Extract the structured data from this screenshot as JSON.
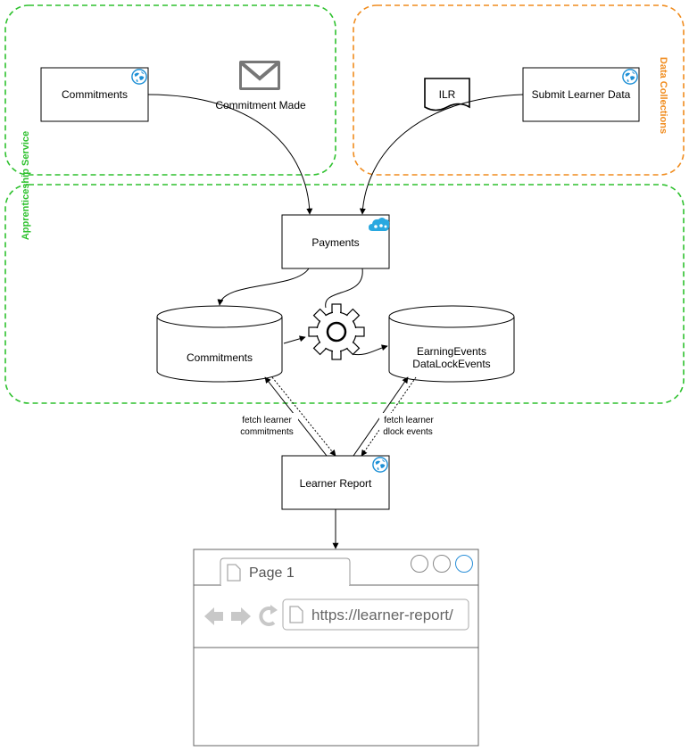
{
  "groups": {
    "apprenticeship_service": "Apprenticeship Service",
    "data_collections": "Data Collections"
  },
  "nodes": {
    "commitments_service": "Commitments",
    "submit_learner_data": "Submit Learner Data",
    "payments": "Payments",
    "commitments_db": "Commitments",
    "events_db_line1": "EarningEvents",
    "events_db_line2": "DataLockEvents",
    "learner_report": "Learner Report"
  },
  "messages": {
    "commitment_made": "Commitment Made",
    "ilr": "ILR"
  },
  "edges": {
    "fetch_commitments_line1": "fetch learner",
    "fetch_commitments_line2": "commitments",
    "fetch_dlock_line1": "fetch learner",
    "fetch_dlock_line2": "dlock events"
  },
  "browser": {
    "tab_label": "Page 1",
    "url": "https://learner-report/"
  },
  "colors": {
    "green_group": "#2ec12e",
    "orange_group": "#f08c1e",
    "azure_icon": "#1e90d6"
  },
  "icons": {
    "azure_web": "globe-icon",
    "salesforce": "cloud-icon",
    "mail": "envelope-icon",
    "document": "document-icon",
    "process": "gear-icon"
  }
}
